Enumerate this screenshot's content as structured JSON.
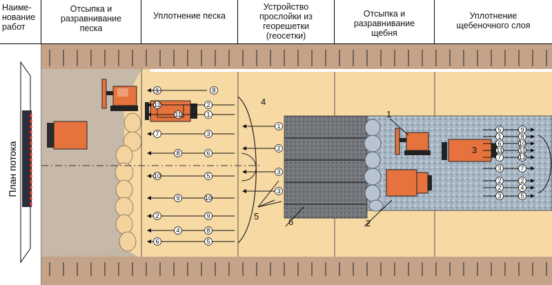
{
  "header": {
    "col0": "Наиме-\nнование\nработ",
    "col1": "Отсыпка и\nразравнивание\nпеска",
    "col2": "Уплотнение песка",
    "col3": "Устройство\nпрослойки из\nгеорешетки\n(геосетки)",
    "col4": "Отсыпка и\nразравнивание\nщебня",
    "col5": "Уплотнение\nщебеночного слоя"
  },
  "side_label": "План потока",
  "callouts": {
    "c1": "1",
    "c2": "2",
    "c3": "3",
    "c4": "4",
    "c5": "5",
    "c6": "6"
  },
  "sand_rows": [
    "12",
    "11",
    "7",
    "8",
    "10",
    "9",
    "2",
    "4",
    "6"
  ],
  "sand_rows_return": [
    "2",
    "1",
    "3",
    "6",
    "5",
    "10",
    "9",
    "8",
    "5"
  ],
  "geo_rows": [
    "1",
    "2",
    "3",
    "3"
  ],
  "gravel_rows": [
    "9",
    "8",
    "10",
    "11",
    "12",
    "7",
    "2",
    "4",
    "5"
  ],
  "gravel_rows_left": [
    "5",
    "1",
    "6",
    "11",
    "7",
    "3",
    "2",
    "2",
    "3"
  ],
  "colors": {
    "sand": "#f7d9a4",
    "sand_dark": "#e0c291",
    "earth": "#c4a389",
    "gravel": "#9aaab8",
    "geogrid": "#6f7275",
    "machine": "#e6733e"
  }
}
